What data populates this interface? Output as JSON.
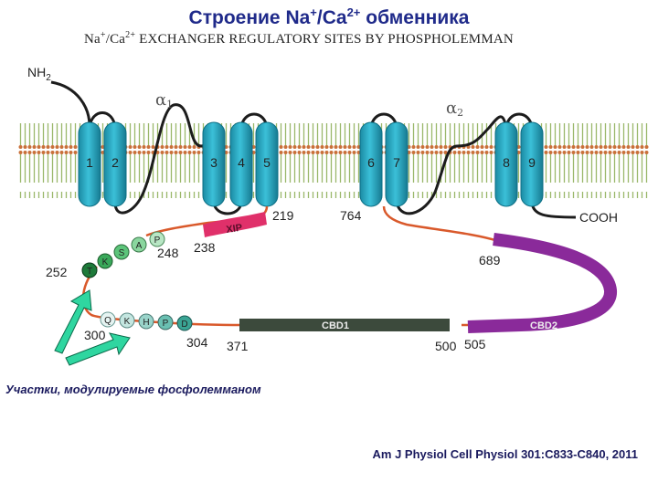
{
  "title": {
    "main": "Строение Na",
    "sup1": "+",
    "mid": "/Ca",
    "sup2": "2+",
    "end": " обменника"
  },
  "subtitle": {
    "p1": "Na",
    "sup1": "+",
    "p2": "/Ca",
    "sup2": "2+",
    "p3": " EXCHANGER REGULATORY SITES BY PHOSPHOLEMMAN"
  },
  "labels": {
    "nh2": "NH",
    "nh2_sub": "2",
    "cooh": "COOH",
    "alpha1": "α",
    "alpha1_sub": "1",
    "alpha2": "α",
    "alpha2_sub": "2",
    "xip": "XIP",
    "cbd1": "CBD1",
    "cbd2": "CBD2"
  },
  "helices": [
    "1",
    "2",
    "3",
    "4",
    "5",
    "6",
    "7",
    "8",
    "9"
  ],
  "residue_numbers": {
    "r219": "219",
    "r764": "764",
    "r238": "238",
    "r248": "248",
    "r252": "252",
    "r300": "300",
    "r304": "304",
    "r371": "371",
    "r500": "500",
    "r505": "505",
    "r689": "689"
  },
  "residues_upper": [
    "P",
    "A",
    "S",
    "K",
    "T"
  ],
  "residues_lower": [
    "Q",
    "K",
    "H",
    "P",
    "D"
  ],
  "colors": {
    "title": "#1f2a8a",
    "helix": "#2aa6c0",
    "helix_dark": "#0d6f85",
    "membrane_head": "#9ab86a",
    "membrane_dot": "#c9703a",
    "loop": "#d9592b",
    "xip": "#e0306a",
    "cbd1": "#3c4a3c",
    "cbd2": "#8a2a9a",
    "arrow": "#2fd6a0"
  },
  "caption": "Участки, модулируемые фосфолемманом",
  "citation": "Am J Physiol Cell Physiol 301:C833-C840, 2011"
}
